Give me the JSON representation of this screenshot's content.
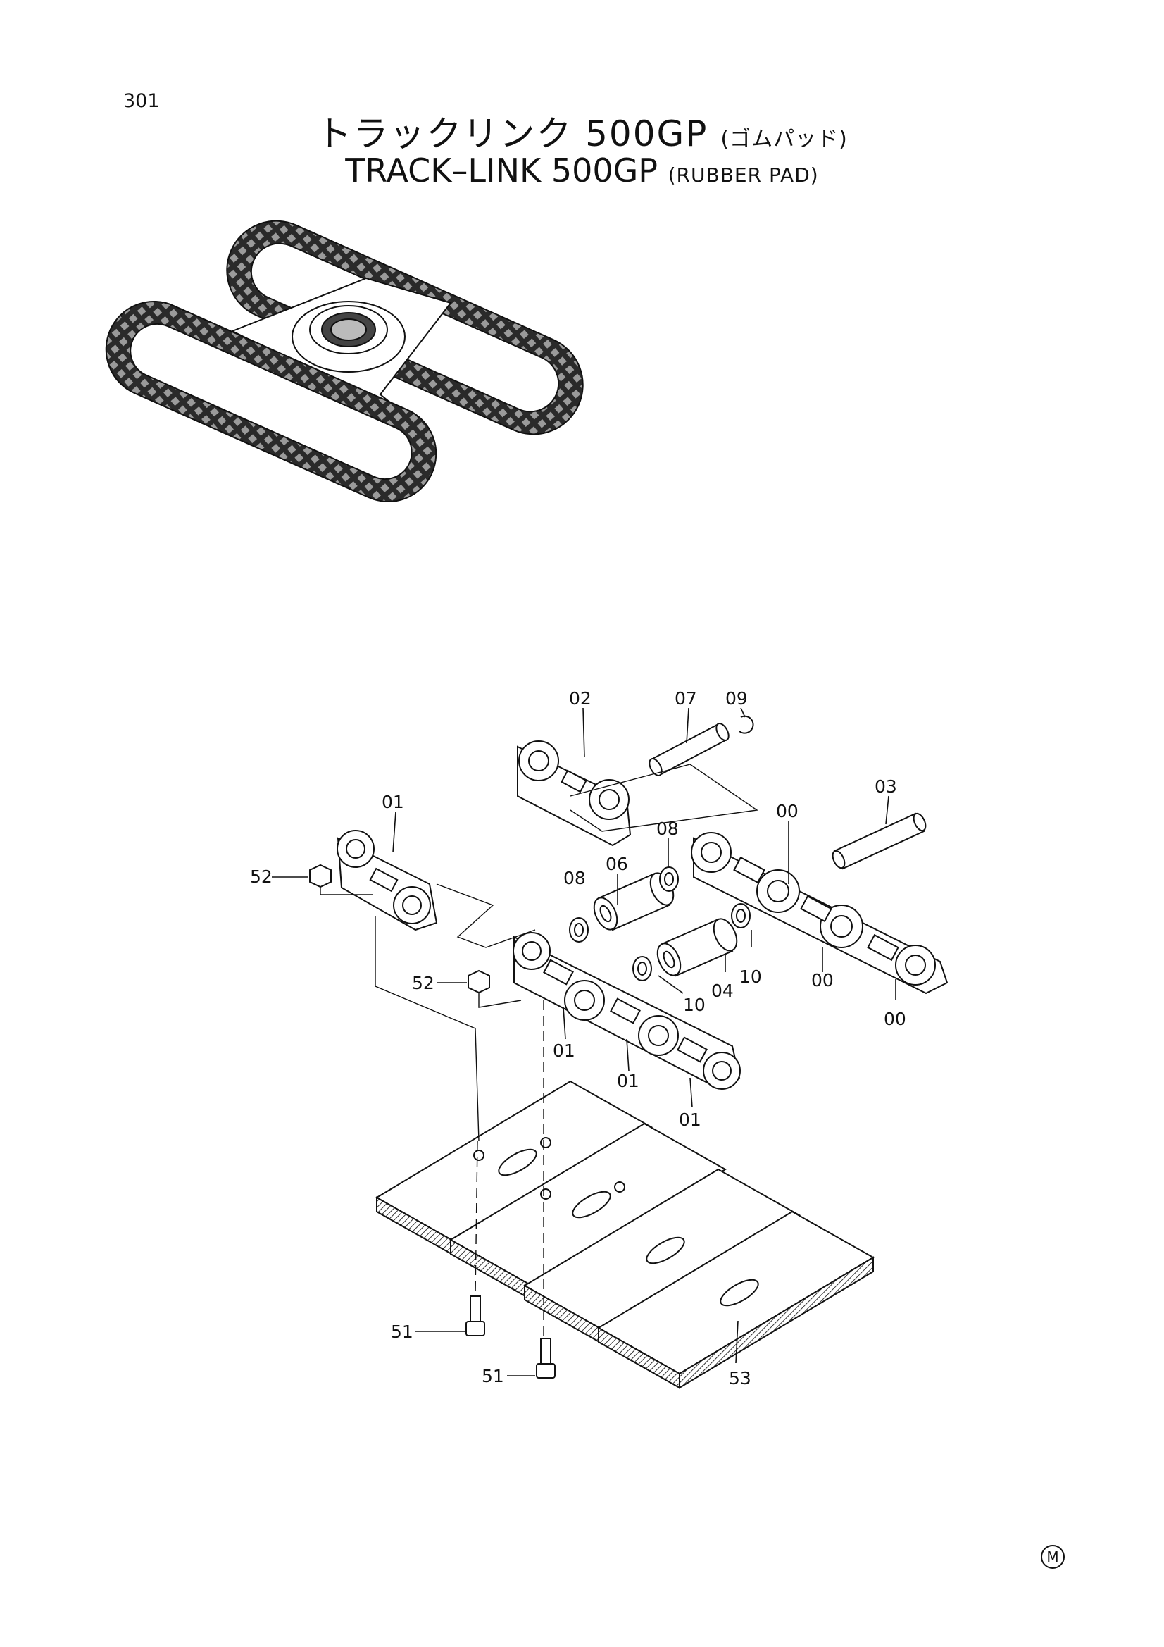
{
  "header": {
    "page_number": "301",
    "title_jp_main": "トラックリンク 500GP",
    "title_jp_sub": "(ゴムパッド)",
    "title_en_main": "TRACK–LINK 500GP",
    "title_en_sub": "(RUBBER PAD)"
  },
  "parts": {
    "p09": "09",
    "p07": "07",
    "p02": "02",
    "p03": "03",
    "p00a": "00",
    "p00b": "00",
    "p00c": "00",
    "p01a": "01",
    "p01b": "01",
    "p01c": "01",
    "p01d": "01",
    "p08a": "08",
    "p08b": "08",
    "p06": "06",
    "p52a": "52",
    "p52b": "52",
    "p10a": "10",
    "p10b": "10",
    "p04": "04",
    "p51a": "51",
    "p51b": "51",
    "p53": "53"
  },
  "footer": {
    "mark": "M"
  }
}
